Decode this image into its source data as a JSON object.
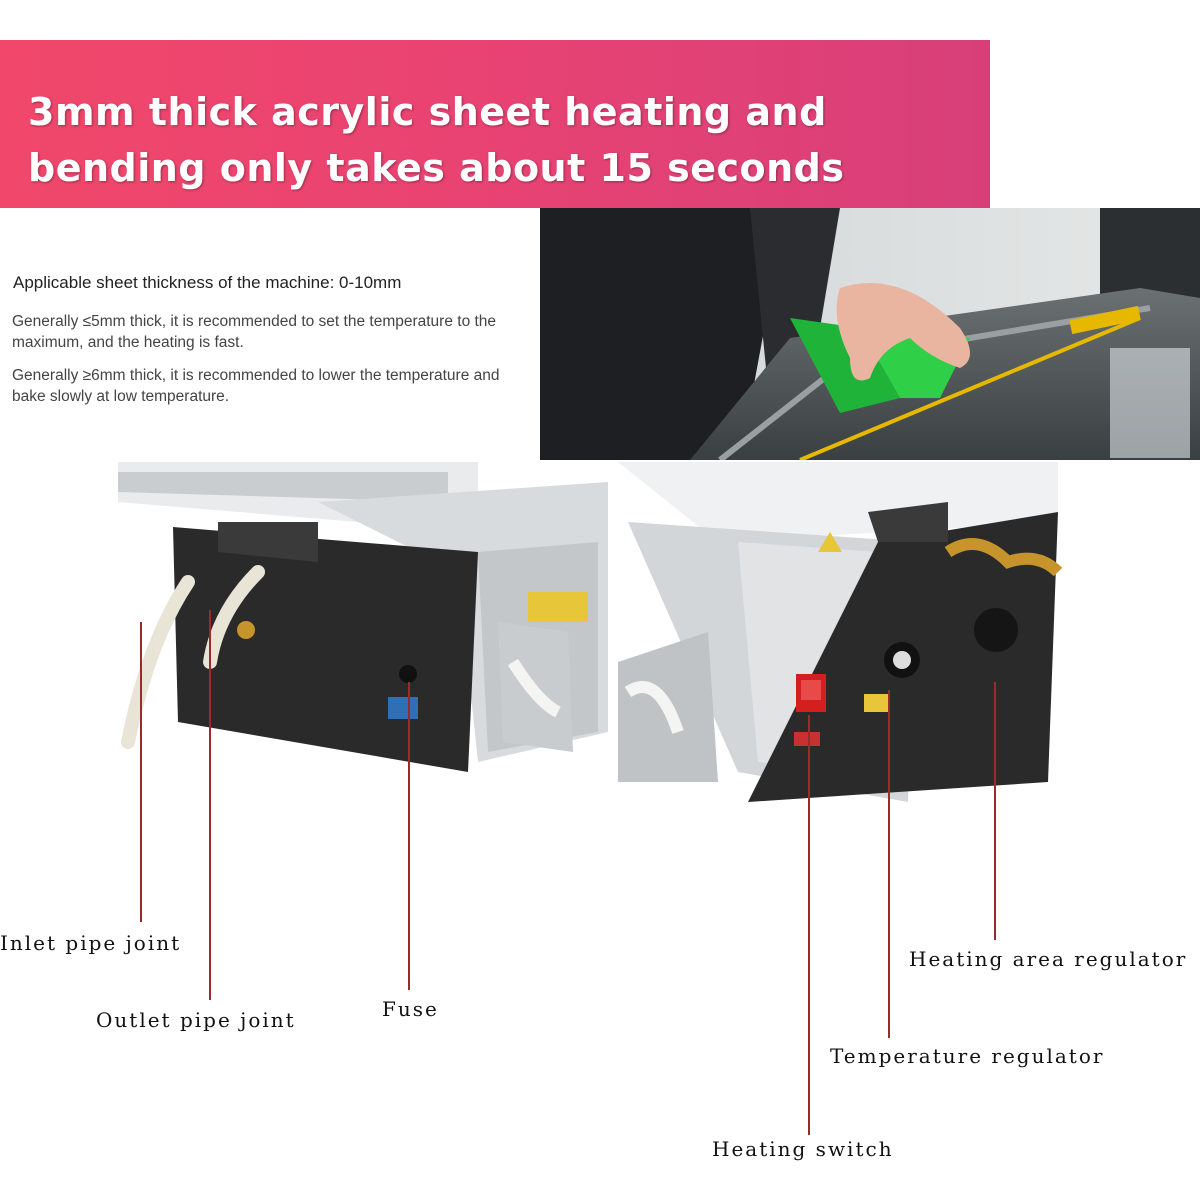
{
  "banner": {
    "title_line1": "3mm thick acrylic sheet heating and",
    "title_line2": "bending only takes about 15 seconds",
    "color": "#e94372"
  },
  "specs": {
    "title": "Applicable sheet thickness of the machine: 0-10mm",
    "note_1": "Generally ≤5mm thick, it is recommended to set the temperature to the maximum, and the heating is fast.",
    "note_2": "Generally ≥6mm thick, it is recommended to lower the temperature and bake slowly at low temperature."
  },
  "callouts": {
    "inlet": "Inlet pipe joint",
    "outlet": "Outlet pipe joint",
    "fuse": "Fuse",
    "heating_area": "Heating area regulator",
    "temperature": "Temperature regulator",
    "heating_switch": "Heating switch",
    "leader_color": "#9b2a2a"
  }
}
